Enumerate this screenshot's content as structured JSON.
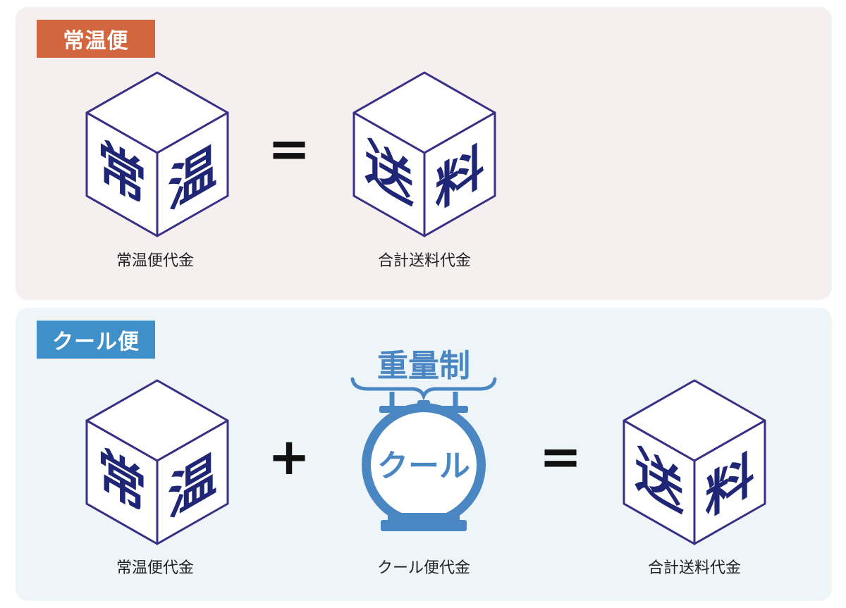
{
  "normal_section": {
    "tag": "常温便",
    "left_cube": {
      "chars": [
        "常",
        "温"
      ]
    },
    "left_caption": "常温便代金",
    "operator": "=",
    "right_cube": {
      "chars": [
        "送",
        "料"
      ]
    },
    "right_caption": "合計送料代金"
  },
  "cool_section": {
    "tag": "クール便",
    "left_cube": {
      "chars": [
        "常",
        "温"
      ]
    },
    "left_caption": "常温便代金",
    "plus_operator": "+",
    "scale": {
      "title": "重量制",
      "label": "クール"
    },
    "scale_caption": "クール便代金",
    "equals_operator": "=",
    "right_cube": {
      "chars": [
        "送",
        "料"
      ]
    },
    "right_caption": "合計送料代金"
  },
  "colors": {
    "normal_tag": "#d2673f",
    "cool_tag": "#3f8fc9",
    "cube_outline": "#3a2f86",
    "cube_text": "#1e2675",
    "scale_blue": "#4a87c2"
  }
}
